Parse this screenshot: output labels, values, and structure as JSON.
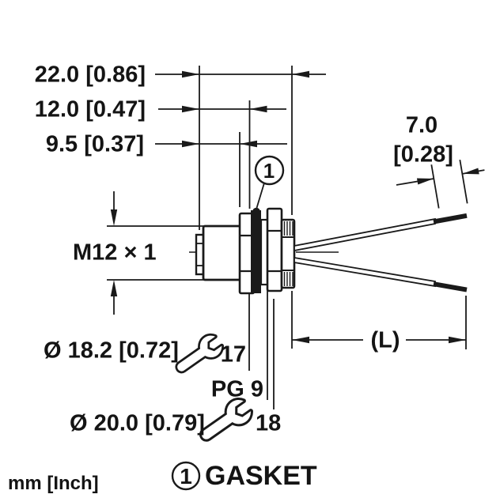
{
  "drawing": {
    "title_hint": "connector-dimension-drawing",
    "units_note": "mm [Inch]",
    "dims": {
      "overall_width": "22.0 [0.86]",
      "mid_width": "12.0 [0.47]",
      "front_width": "9.5 [0.37]",
      "strip_len_mm": "7.0",
      "strip_len_inch": "[0.28]",
      "thread": "M12 × 1",
      "flange_dia": "Ø 18.2 [0.72]",
      "wrench_front_size": "17",
      "gland_thread": "PG 9",
      "nut_dia": "Ø 20.0 [0.79]",
      "wrench_rear_size": "18",
      "cable_length": "(L)"
    },
    "balloon": {
      "number": "1",
      "label": "GASKET"
    },
    "icons": {
      "wrench": "open-end-wrench-icon",
      "balloon": "circled-number-1"
    },
    "colors": {
      "line": "#1a1a1a",
      "background": "#ffffff",
      "gasket_fill": "#1a1a1a"
    }
  }
}
